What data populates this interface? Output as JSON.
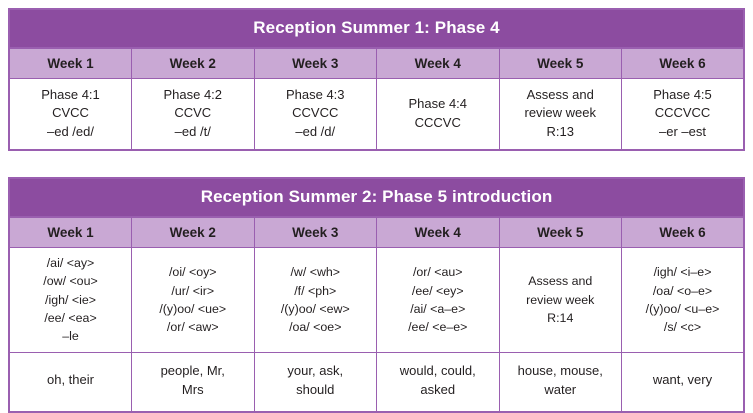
{
  "colors": {
    "header_purple": "#8c4ca0",
    "week_lavender": "#c9a8d4",
    "border_purple": "#9a5fb0",
    "cell_white": "#ffffff",
    "text_dark": "#231f20",
    "title_text": "#ffffff"
  },
  "tables": [
    {
      "id": "reception-summer-1",
      "title": "Reception Summer 1: Phase 4",
      "week_headers": [
        "Week 1",
        "Week 2",
        "Week 3",
        "Week 4",
        "Week 5",
        "Week 6"
      ],
      "rows": [
        {
          "id": "phase-content",
          "cells": [
            [
              "Phase 4:1",
              "CVCC",
              "–ed /ed/"
            ],
            [
              "Phase 4:2",
              "CCVC",
              "–ed /t/"
            ],
            [
              "Phase 4:3",
              "CCVCC",
              "–ed /d/"
            ],
            [
              "Phase 4:4",
              "CCCVC"
            ],
            [
              "Assess and",
              "review week",
              "R:13"
            ],
            [
              "Phase 4:5",
              "CCCVCC",
              "–er –est"
            ]
          ]
        }
      ]
    },
    {
      "id": "reception-summer-2",
      "title": "Reception Summer 2: Phase 5 introduction",
      "week_headers": [
        "Week 1",
        "Week 2",
        "Week 3",
        "Week 4",
        "Week 5",
        "Week 6"
      ],
      "rows": [
        {
          "id": "graphemes",
          "cells": [
            [
              "/ai/ <ay>",
              "/ow/ <ou>",
              "/igh/ <ie>",
              "/ee/ <ea>",
              "–le"
            ],
            [
              "/oi/ <oy>",
              "/ur/ <ir>",
              "/(y)oo/ <ue>",
              "/or/ <aw>"
            ],
            [
              "/w/ <wh>",
              "/f/ <ph>",
              "/(y)oo/ <ew>",
              "/oa/ <oe>"
            ],
            [
              "/or/ <au>",
              "/ee/ <ey>",
              "/ai/ <a–e>",
              "/ee/ <e–e>"
            ],
            [
              "Assess and",
              "review week",
              "R:14"
            ],
            [
              "/igh/ <i–e>",
              "/oa/ <o–e>",
              "/(y)oo/ <u–e>",
              "/s/ <c>"
            ]
          ]
        },
        {
          "id": "tricky-words",
          "cells": [
            [
              "oh, their"
            ],
            [
              "people, Mr,",
              "Mrs"
            ],
            [
              "your, ask,",
              "should"
            ],
            [
              "would, could,",
              "asked"
            ],
            [
              "house, mouse,",
              "water"
            ],
            [
              "want, very"
            ]
          ]
        }
      ]
    }
  ]
}
